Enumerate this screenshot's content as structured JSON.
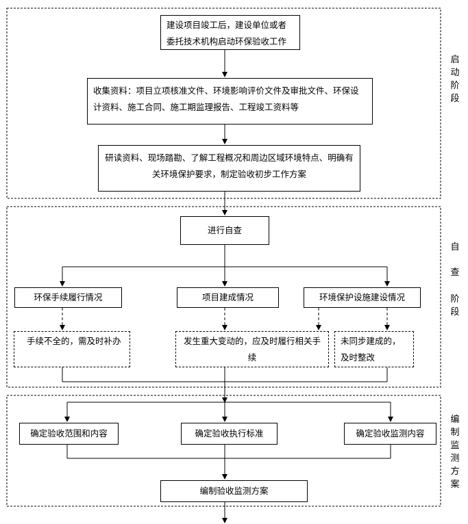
{
  "phases": {
    "start": "启动阶段",
    "self_check_chars": [
      "自",
      "查",
      "阶",
      "段"
    ],
    "plan": "编制监测方案"
  },
  "start": {
    "box1": "建设项目竣工后，建设单位或者委托技术机构启动环保验收工作",
    "box2": "收集资料：项目立项核准文件、环境影响评价文件及审批文件、环保设计资料、施工合同、施工期监理报告、工程竣工资料等",
    "box3": "研读资料、现场踏勘、了解工程概况和周边区域环境特点、明确有关环境保护要求，制定验收初步工作方案"
  },
  "self_check": {
    "main": "进行自查",
    "items": [
      "环保手续履行情况",
      "项目建成情况",
      "环境保护设施建设情况"
    ],
    "notes": [
      "手续不全的，需及时补办",
      "发生重大变动的，应及时履行相关手续",
      "未同步建成的，及时整改"
    ]
  },
  "plan": {
    "items": [
      "确定验收范围和内容",
      "确定验收执行标准",
      "确定验收监测内容"
    ],
    "final": "编制验收监测方案"
  }
}
